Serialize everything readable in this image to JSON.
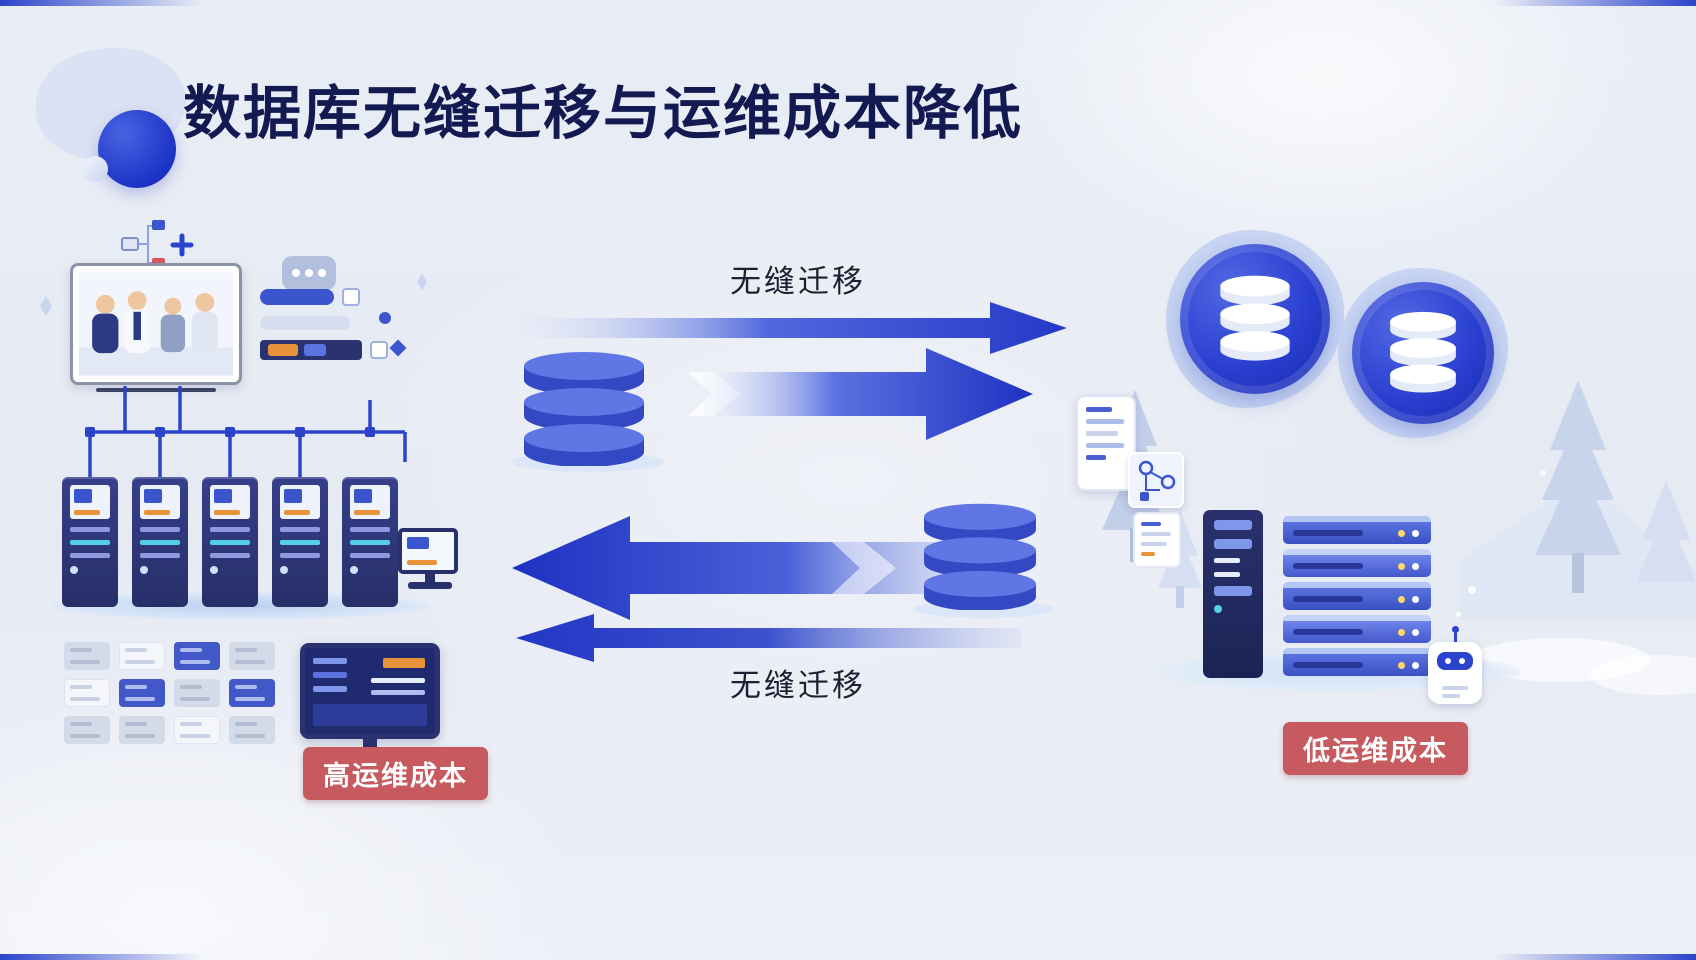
{
  "slide": {
    "title": "数据库无缝迁移与运维成本降低",
    "migration": {
      "top_label": "无缝迁移",
      "bottom_label": "无缝迁移"
    },
    "badges": {
      "high_cost": "高运维成本",
      "low_cost": "低运维成本"
    }
  },
  "colors": {
    "background": "#e9edf5",
    "title_text": "#131a52",
    "primary_blue": "#2b44cc",
    "arrow_blue_dark": "#1e31c2",
    "server_navy": "#2a3270",
    "accent_orange": "#e8923a",
    "accent_cyan": "#53d0e8",
    "badge_bg": "#c65a5e",
    "badge_text": "#ffffff",
    "platform_blue": "#cfe0f6"
  },
  "icons": {
    "logo": "blue-circle-logo",
    "database": "cylinder-stack",
    "arrow_right": "gradient-arrow-right",
    "arrow_left": "gradient-arrow-left",
    "server_tower": "rack-tower",
    "cloud_database": "blob-database",
    "team_monitor": "team-photo-frame",
    "robot": "service-robot",
    "tree": "pine-tree"
  }
}
